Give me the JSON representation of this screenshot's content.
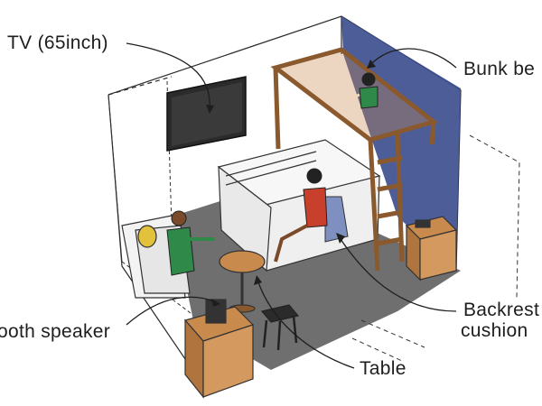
{
  "labels": {
    "tv": "TV (65inch)",
    "bunk_bed": "Bunk be",
    "backrest_line1": "Backrest",
    "backrest_line2": "cushion",
    "speaker": "ooth speaker",
    "table": "Table"
  },
  "colors": {
    "wall_blue": "#3d4f8e",
    "wood": "#c98a4e",
    "wood_dark": "#8a5a2e",
    "floor": "#6f6f70",
    "tv_screen": "#2b2b2b",
    "shirt_green": "#2f8a4a",
    "shirt_red": "#c8402c",
    "cushion_blue": "#7f8fc0",
    "pillow_yellow": "#e2c23a",
    "ink": "#2a2a2a"
  }
}
